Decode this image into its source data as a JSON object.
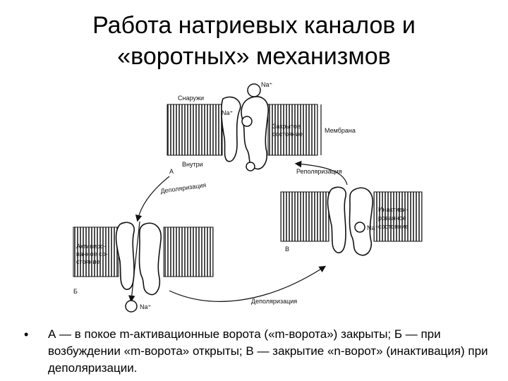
{
  "title": {
    "line1": "Работа натриевых каналов и",
    "line2": "«воротных» механизмов"
  },
  "diagram": {
    "outside": "Снаружи",
    "inside": "Внутри",
    "membrane": "Мембрана",
    "closed_state_1": "Закрытое",
    "closed_state_2": "состояние",
    "na_ion": "Na⁺",
    "label_a": "А",
    "label_b": "Б",
    "label_v": "В",
    "depolarization": "Деполяризация",
    "repolarization": "Реполяризация",
    "inactivated_1": "Инактиви-",
    "inactivated_2": "рованное",
    "inactivated_3": "состояние",
    "activated_1": "Активиро-",
    "activated_2": "ванное со-",
    "activated_3": "стояние"
  },
  "bullet": {
    "text": "А — в покое m-активационные ворота («m-ворота») закрыты; Б — при возбуждении «m-ворота» открыты; В — закрытие «n-ворот» (инактивация) при деполяризации."
  }
}
